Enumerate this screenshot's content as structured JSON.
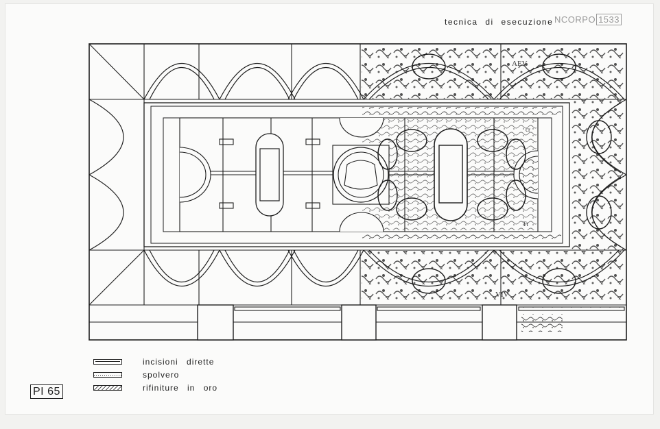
{
  "header": {
    "title": "tecnica di esecuzione",
    "stamp": "NCORPO",
    "stamp_number": "1533"
  },
  "plate_number": "PI 65",
  "legend": [
    {
      "key": "incisioni",
      "label": "incisioni dirette"
    },
    {
      "key": "spolvero",
      "label": "spolvero"
    },
    {
      "key": "rifiniture",
      "label": "rifiniture in oro"
    }
  ],
  "annotations": {
    "upper_right_mark": "AEV",
    "lower_right_mark": "VIV",
    "center_mark_a": "cr",
    "center_mark_b": "Tt"
  },
  "colors": {
    "ink": "#1e1e1e",
    "paper": "#fbfbfa",
    "faint": "#9a9a9a"
  }
}
